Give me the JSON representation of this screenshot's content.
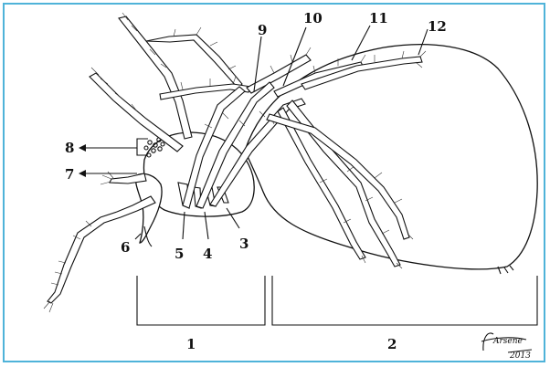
{
  "labels": {
    "n1": "1",
    "n2": "2",
    "n3": "3",
    "n4": "4",
    "n5": "5",
    "n6": "6",
    "n7": "7",
    "n8": "8",
    "n9": "9",
    "n10": "10",
    "n11": "11",
    "n12": "12"
  },
  "signature": {
    "name": "Arsene",
    "year": "2013"
  },
  "colors": {
    "border": "#4fb3d9",
    "ink": "#111111"
  }
}
